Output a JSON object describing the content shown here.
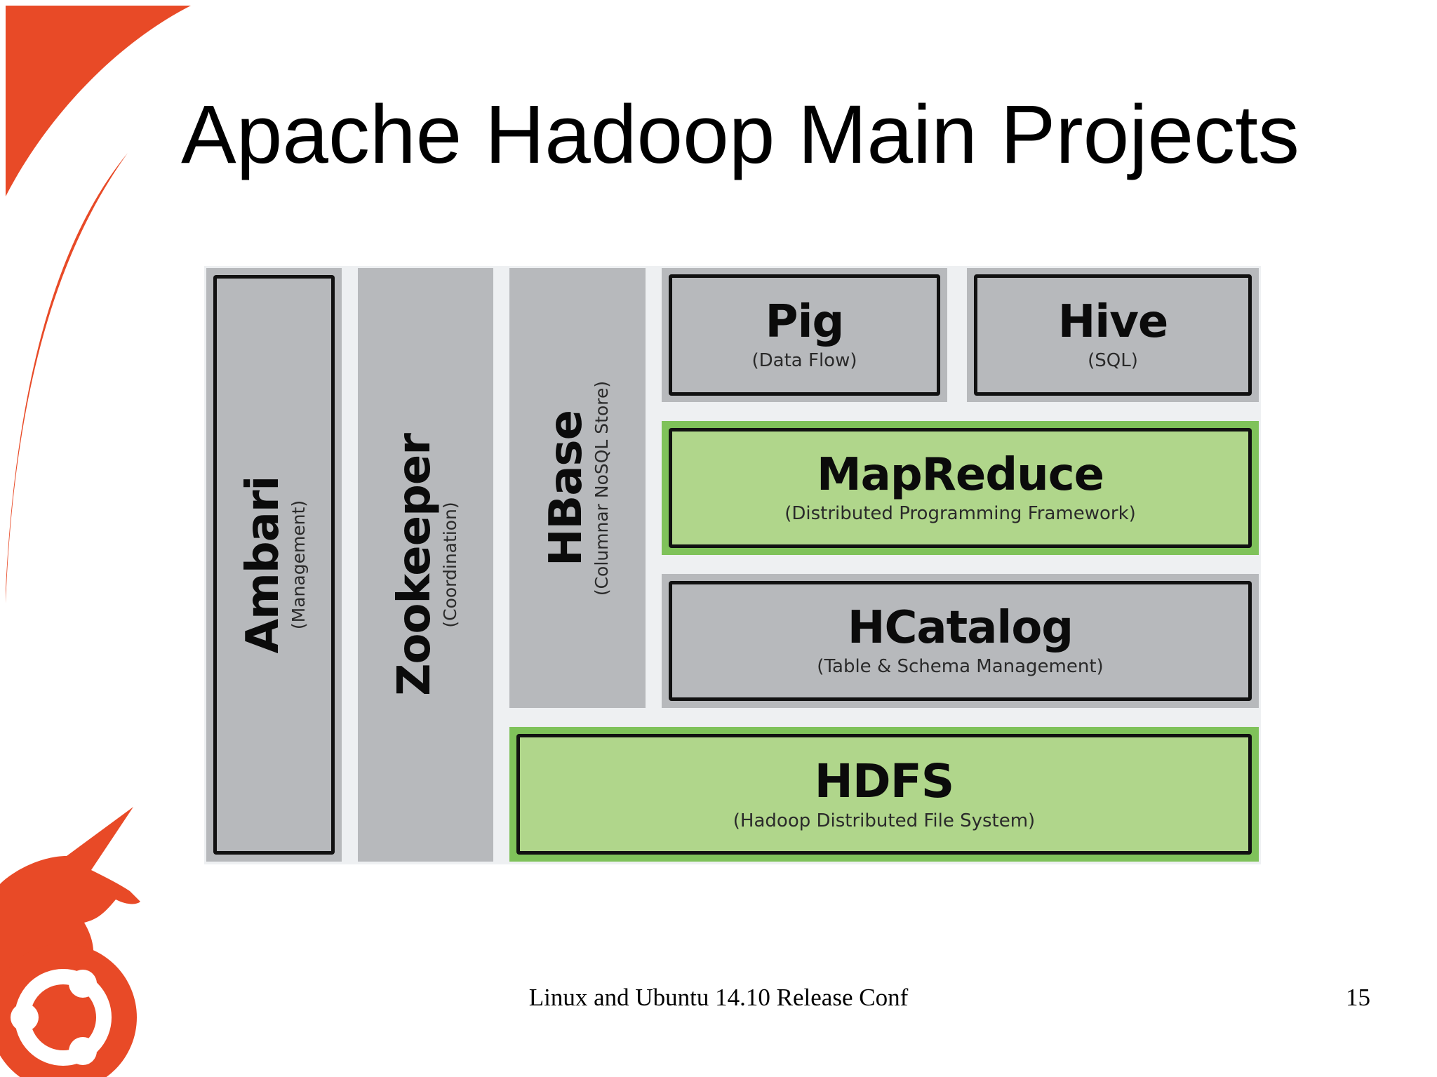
{
  "slide": {
    "title": "Apache Hadoop Main Projects",
    "footer": "Linux and Ubuntu 14.10 Release Conf",
    "page_number": "15"
  },
  "colors": {
    "accent": "#e84a27",
    "block_gray": "#b7b9bc",
    "block_green_border": "#7fc25a",
    "block_green_fill": "#b0d68b",
    "diagram_background": "#eef0f2"
  },
  "icons": {
    "corner_decoration": "orange-swoosh-decoration",
    "logo": "ubuntu-unicorn-logo"
  },
  "diagram": {
    "ambari": {
      "name": "Ambari",
      "desc": "(Management)"
    },
    "zookeeper": {
      "name": "Zookeeper",
      "desc": "(Coordination)"
    },
    "hbase": {
      "name": "HBase",
      "desc": "(Columnar NoSQL Store)"
    },
    "pig": {
      "name": "Pig",
      "desc": "(Data Flow)"
    },
    "hive": {
      "name": "Hive",
      "desc": "(SQL)"
    },
    "mapreduce": {
      "name": "MapReduce",
      "desc": "(Distributed Programming Framework)"
    },
    "hcatalog": {
      "name": "HCatalog",
      "desc": "(Table & Schema Management)"
    },
    "hdfs": {
      "name": "HDFS",
      "desc": "(Hadoop Distributed File System)"
    }
  }
}
